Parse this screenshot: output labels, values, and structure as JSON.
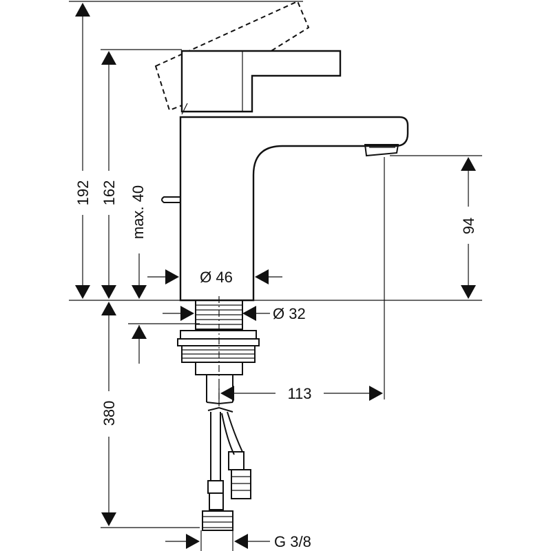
{
  "dimensions": {
    "overall_height": "192",
    "spout_height": "162",
    "max_thickness": "max. 40",
    "outlet_height": "94",
    "body_diameter": "Ø 46",
    "shank_diameter": "Ø 32",
    "reach": "113",
    "hose_length": "380",
    "connection": "G 3/8"
  }
}
